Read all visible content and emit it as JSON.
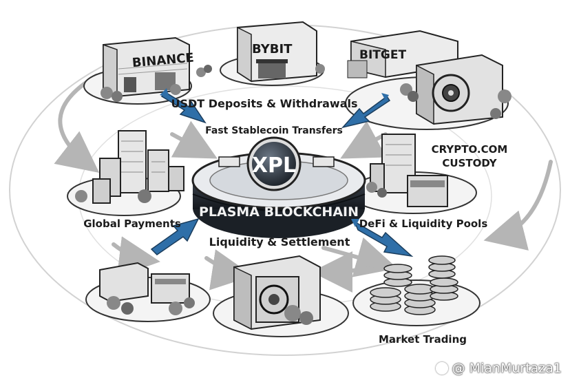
{
  "hub": {
    "token": "XPL",
    "name": "PLASMA BLOCKCHAIN"
  },
  "exchanges": {
    "binance": "BINANCE",
    "bybit": "BYBIT",
    "bitget": "BITGET"
  },
  "labels": {
    "deposits": "USDT Deposits & Withdrawals",
    "transfers": "Fast Stablecoin Transfers",
    "custody": [
      "CRYPTO.COM",
      "CUSTODY"
    ],
    "global_payments": "Global Payments",
    "defi": "DeFi & Liquidity Pools",
    "settlement": "Liquidity & Settlement",
    "market_trading": "Market Trading"
  },
  "watermark": {
    "text": "@ MianMurtaza1"
  },
  "colors": {
    "ink": "#1c1c1c",
    "accent_blue": "#2f6fa8",
    "platform_dark": "#2a2f36",
    "gray_arrow": "#b5b5b5"
  }
}
